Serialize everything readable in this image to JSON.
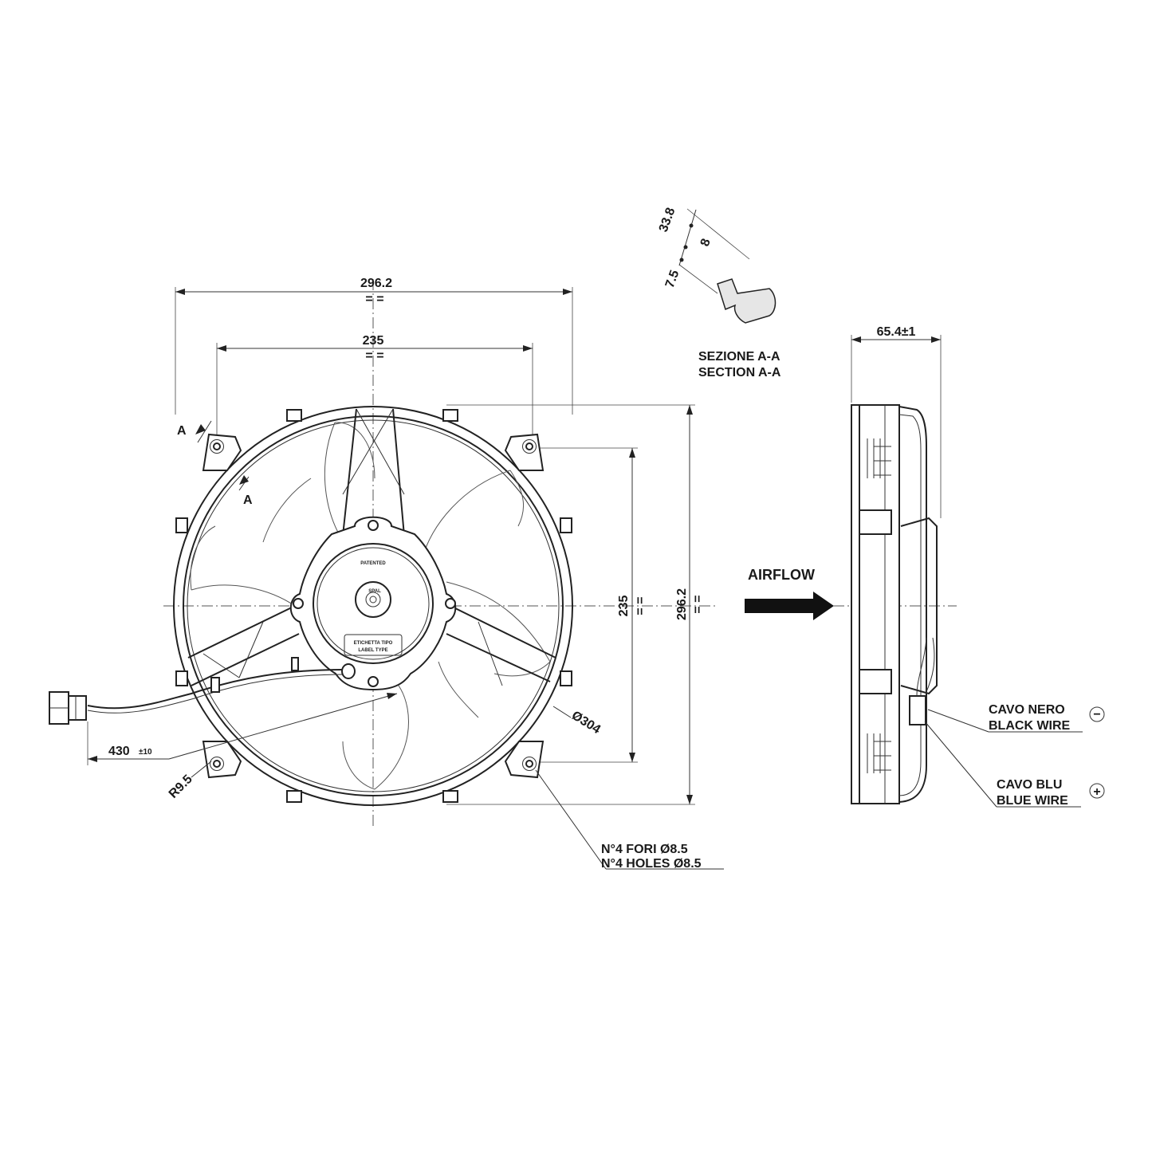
{
  "front_view": {
    "overall_width": "296.2",
    "hole_spacing_width": "235",
    "hole_spacing_height": "235",
    "overall_height": "296.2",
    "diameter": "Ø304",
    "corner_radius": "R9.5",
    "cable_length": "430",
    "cable_tolerance": "±10",
    "section_marker": "A",
    "hub_text_top": "PATENTED",
    "hub_logo": "SPAL",
    "label_line1": "ETICHETTA TIPO",
    "label_line2": "LABEL TYPE",
    "holes_it": "N°4 FORI Ø8.5",
    "holes_en": "N°4 HOLES Ø8.5",
    "equal_mark": "= ="
  },
  "section_view": {
    "dim_a": "33.8",
    "dim_b": "8",
    "dim_c": "7.5",
    "title_it": "SEZIONE A-A",
    "title_en": "SECTION A-A"
  },
  "side_view": {
    "depth": "65.4±1",
    "airflow": "AIRFLOW",
    "black_wire_it": "CAVO NERO",
    "black_wire_en": "BLACK WIRE",
    "black_symbol": "−",
    "blue_wire_it": "CAVO BLU",
    "blue_wire_en": "BLUE WIRE",
    "blue_symbol": "+"
  }
}
